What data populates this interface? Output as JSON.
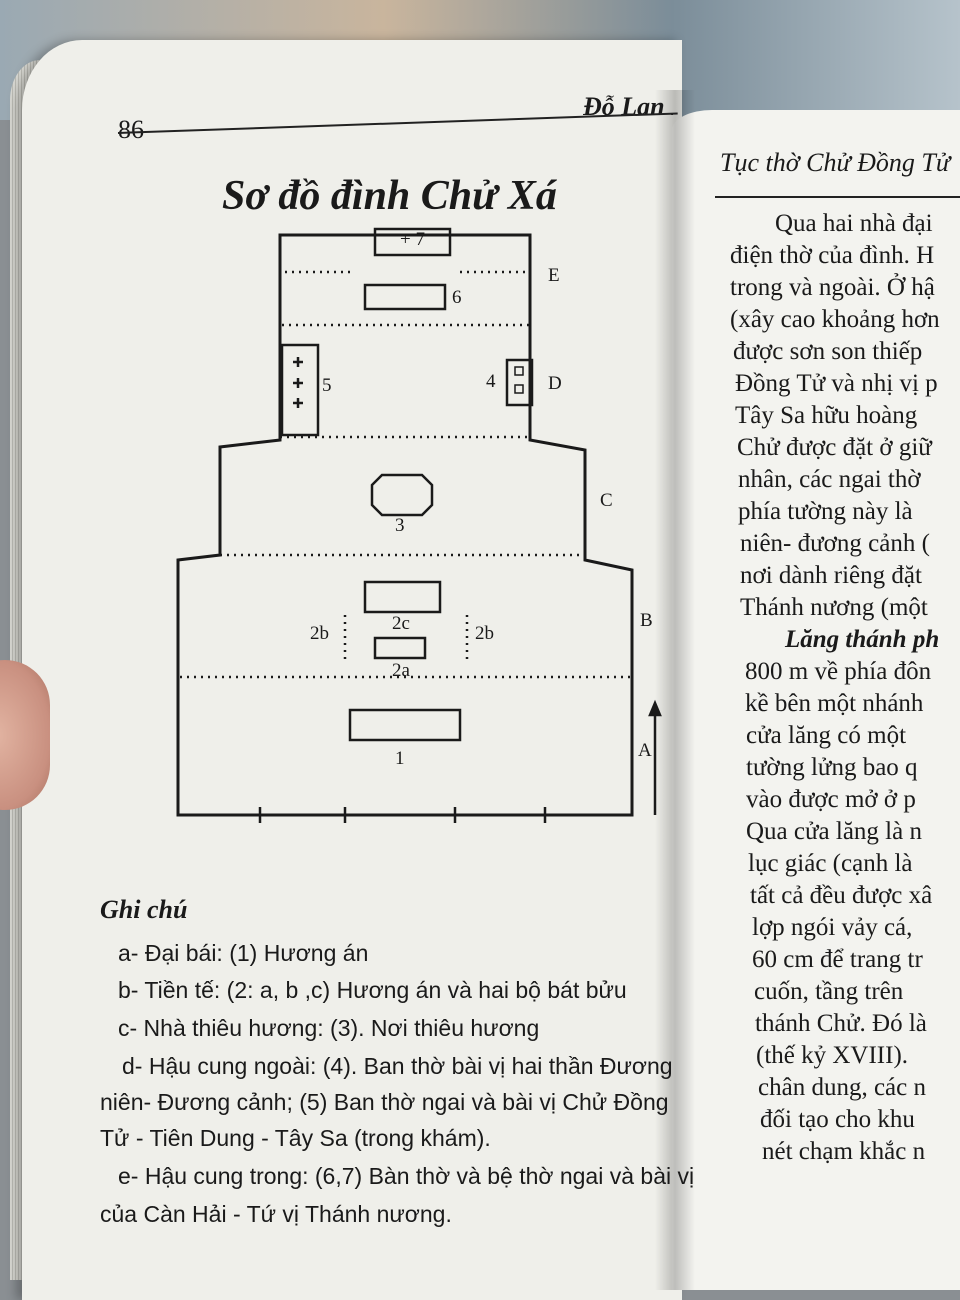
{
  "left_page": {
    "page_number": "86",
    "author": "Đỗ Lan Phươ",
    "title": "Sơ đồ đình Chử Xá",
    "plan_labels": {
      "n7": "+ 7",
      "e": "E",
      "n6": "6",
      "n5": "5",
      "n4": "4",
      "d": "D",
      "c": "C",
      "n3": "3",
      "b": "B",
      "n2b_left": "2b",
      "n2c": "2c",
      "n2b_right": "2b",
      "n2a": "2a",
      "a": "A",
      "n1": "1"
    },
    "notes": {
      "heading": "Ghi chú",
      "lines": [
        "a- Đại bái: (1) Hương án",
        "b- Tiền tế: (2: a, b ,c) Hương án và hai bộ bát bửu",
        "c- Nhà thiêu hương: (3). Nơi thiêu hương",
        "d- Hậu cung ngoài: (4). Ban thờ bài vị hai thần Đương",
        "niên- Đương cảnh; (5) Ban thờ ngai và bài vị Chử Đồng",
        "Tử - Tiên Dung - Tây Sa (trong khám).",
        "e- Hậu cung trong: (6,7) Bàn thờ và bệ thờ ngai và bài vị",
        "của Càn Hải - Tứ vị Thánh nương."
      ]
    }
  },
  "right_page": {
    "header": "Tục thờ Chử Đồng Tử",
    "lines": [
      "Qua hai nhà đại",
      "điện thờ của đình. H",
      "trong và ngoài. Ở hậ",
      "(xây cao khoảng hơn",
      "được sơn son thiếp",
      "Đồng Tử và nhị vị p",
      "Tây Sa hữu hoàng",
      "Chử được đặt ở giữ",
      "nhân, các ngai thờ",
      "phía tường này là",
      "niên- đương cảnh (",
      "nơi dành riêng đặt",
      "Thánh nương (một",
      "Lăng thánh ph",
      "800 m về phía đôn",
      "kề bên một nhánh",
      "cửa lăng có một",
      "tường lửng bao q",
      "vào được mở ở p",
      "Qua cửa lăng là n",
      "lục giác (cạnh là",
      "tất cả đều được xâ",
      "lợp ngói vảy cá,",
      "60 cm để trang tr",
      "cuốn, tầng trên",
      "thánh Chử. Đó là",
      "(thế kỷ XVIII).",
      "chân dung, các n",
      "đối tạo cho khu",
      "nét chạm khắc n"
    ]
  }
}
